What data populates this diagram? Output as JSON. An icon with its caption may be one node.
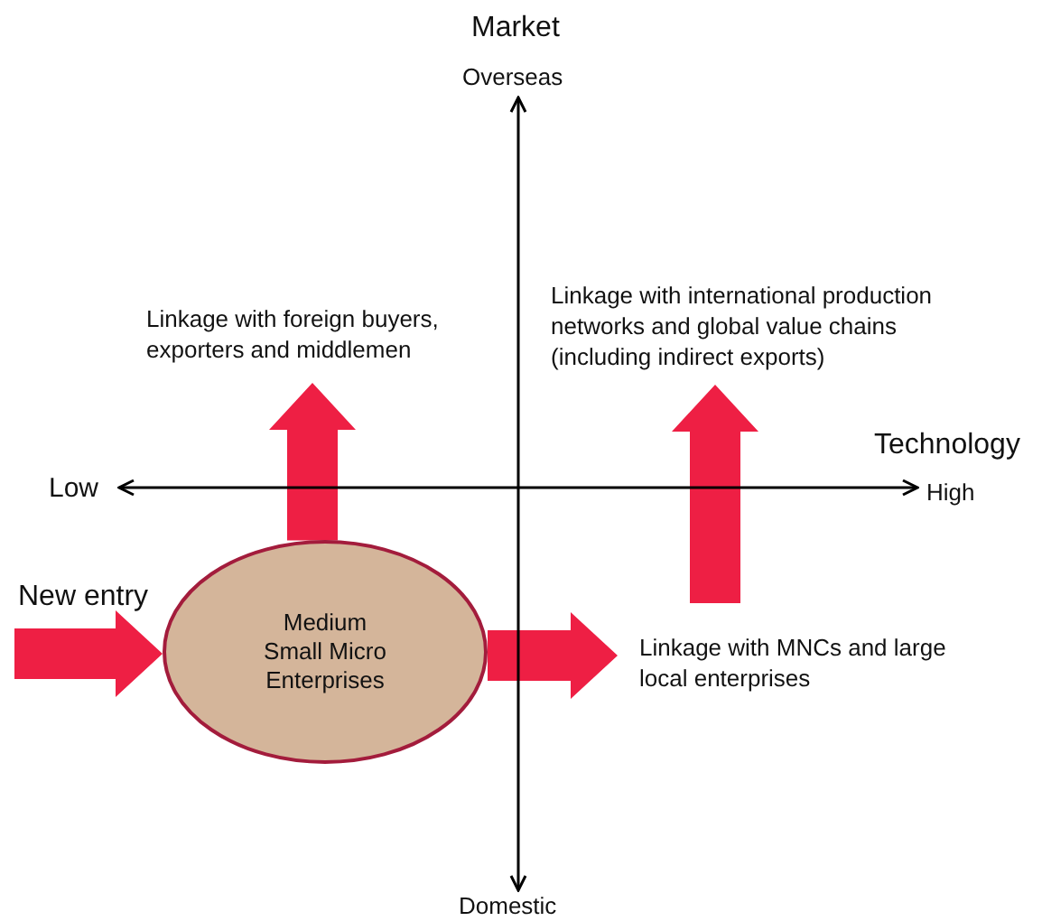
{
  "diagram": {
    "nodes": [
      {
        "text": [
          "Medium Small Micro Enterprises"
        ]
      },
      {
        "text": [
          "Linkage with foreign buyers, exporters and middlemen"
        ]
      },
      {
        "text": [
          "Linkage with international production networks and global value chains (including indirect exports)"
        ]
      },
      {
        "text": [
          "Linkage with MNCs and large local enterprises"
        ]
      }
    ],
    "edges": [
      {
        "from": null,
        "to": 0,
        "arrow": "to",
        "style": "thick"
      },
      {
        "from": 0,
        "to": 1,
        "arrow": "to",
        "style": "thick"
      },
      {
        "from": 0,
        "to": 3,
        "arrow": "to",
        "style": "thick"
      },
      {
        "from": 3,
        "to": 2,
        "arrow": "to",
        "style": "thick"
      }
    ],
    "labels": [
      "Market",
      "Overseas",
      "Technology",
      "Low",
      "High",
      "New entry",
      "Domestic"
    ]
  }
}
